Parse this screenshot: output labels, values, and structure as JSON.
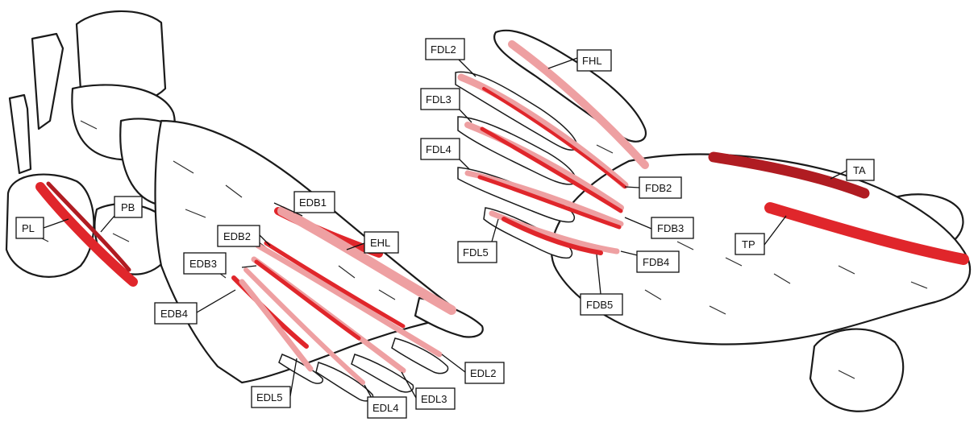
{
  "colors": {
    "bone_fill": "#ffffff",
    "bone_outline": "#1a1a1a",
    "tendon_red": "#e0262b",
    "tendon_dark_red": "#b01c22",
    "tendon_pink": "#eea0a2",
    "tendon_light_pink": "#f2b3b5"
  },
  "left_foot": {
    "labels": {
      "PL": "PL",
      "PB": "PB",
      "EDB1": "EDB1",
      "EDB2": "EDB2",
      "EDB3": "EDB3",
      "EDB4": "EDB4",
      "EHL": "EHL",
      "EDL2": "EDL2",
      "EDL3": "EDL3",
      "EDL4": "EDL4",
      "EDL5": "EDL5"
    }
  },
  "right_foot": {
    "labels": {
      "FDL2": "FDL2",
      "FDL3": "FDL3",
      "FDL4": "FDL4",
      "FDL5": "FDL5",
      "FHL": "FHL",
      "FDB2": "FDB2",
      "FDB3": "FDB3",
      "FDB4": "FDB4",
      "FDB5": "FDB5",
      "TA": "TA",
      "TP": "TP"
    }
  }
}
